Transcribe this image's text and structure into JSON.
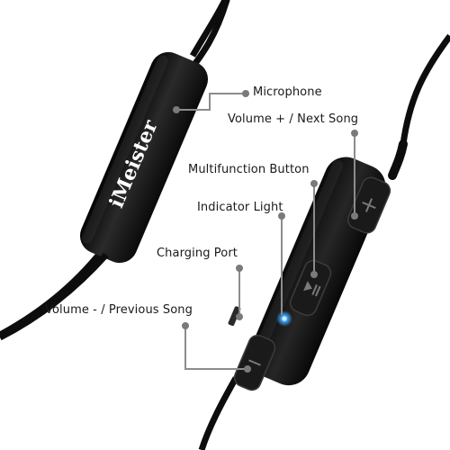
{
  "brand": "iMeister",
  "callouts": {
    "microphone": "Microphone",
    "volume_up": "Volume + / Next Song",
    "multifunction": "Multifunction Button",
    "indicator": "Indicator Light",
    "charging": "Charging Port",
    "volume_down": "Volume - / Previous Song"
  },
  "colors": {
    "cable": "#0d0d0d",
    "body": "#141414",
    "leader": "#8c8c8c",
    "indicator_light": "#3fa8ff"
  }
}
